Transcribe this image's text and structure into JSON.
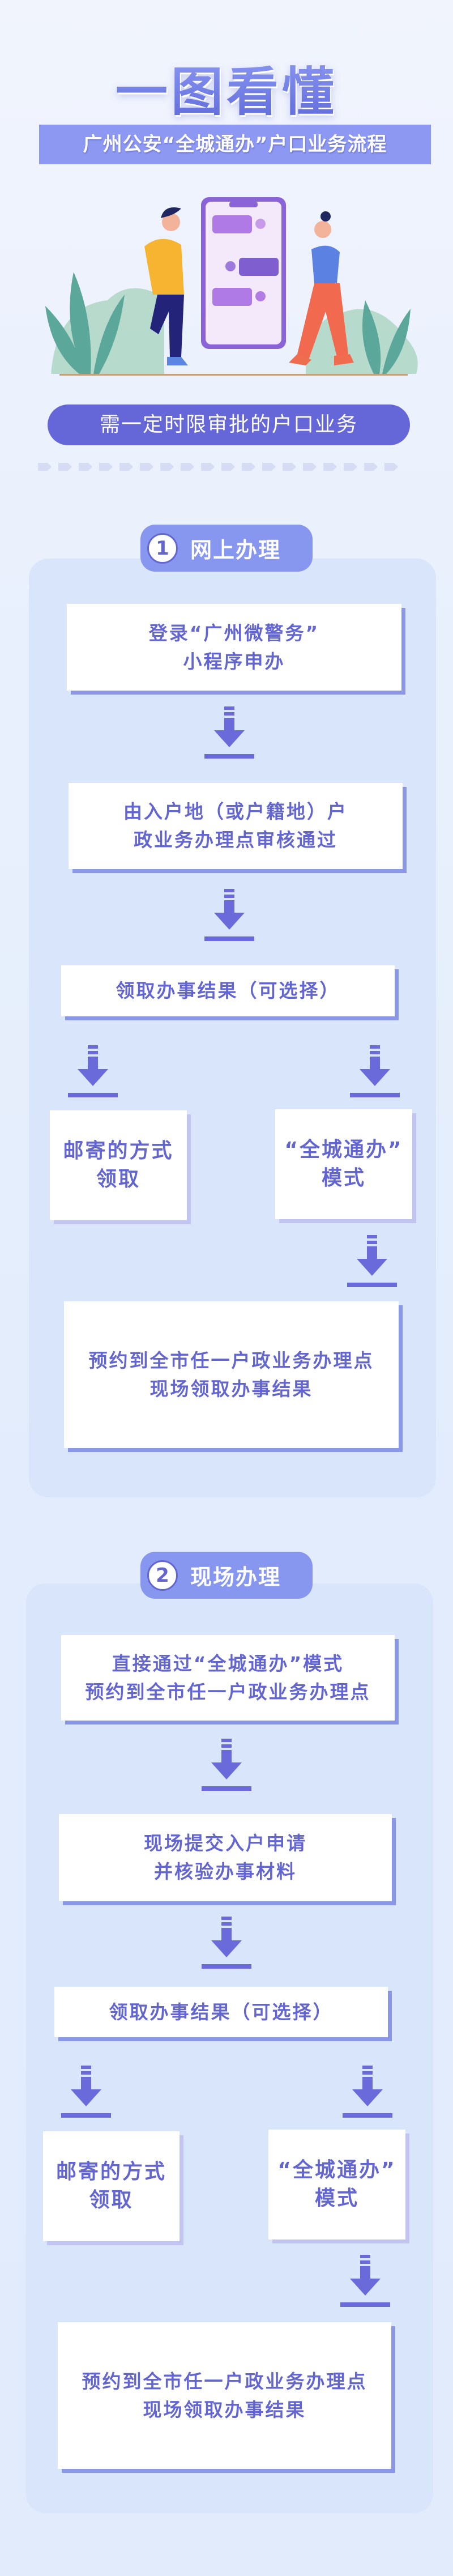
{
  "header": {
    "title": "一图看懂",
    "subtitle": "广州公安“全城通办”户口业务流程",
    "category_pill": "需一定时限审批的户口业务"
  },
  "colors": {
    "accent": "#6366d0",
    "pill": "#6567d8",
    "badge": "#8796ee",
    "panel": "#d8e5fb",
    "arrow": "#6a6adb"
  },
  "sections": [
    {
      "number": "1",
      "title": "网上办理",
      "steps": [
        {
          "lines": [
            "登录“广州微警务”",
            "小程序申办"
          ]
        },
        {
          "lines": [
            "由入户地（或户籍地）户",
            "政业务办理点审核通过"
          ]
        },
        {
          "lines": [
            "领取办事结果（可选择）"
          ]
        }
      ],
      "options": [
        {
          "lines": [
            "邮寄的方式",
            "领取"
          ]
        },
        {
          "lines": [
            "“全城通办”",
            "模式"
          ]
        }
      ],
      "final": {
        "lines": [
          "预约到全市任一户政业务办理点",
          "现场领取办事结果"
        ]
      }
    },
    {
      "number": "2",
      "title": "现场办理",
      "steps": [
        {
          "lines": [
            "直接通过“全城通办”模式",
            "预约到全市任一户政业务办理点"
          ]
        },
        {
          "lines": [
            "现场提交入户申请",
            "并核验办事材料"
          ]
        },
        {
          "lines": [
            "领取办事结果（可选择）"
          ]
        }
      ],
      "options": [
        {
          "lines": [
            "邮寄的方式",
            "领取"
          ]
        },
        {
          "lines": [
            "“全城通办”",
            "模式"
          ]
        }
      ],
      "final": {
        "lines": [
          "预约到全市任一户政业务办理点",
          "现场领取办事结果"
        ]
      }
    }
  ]
}
